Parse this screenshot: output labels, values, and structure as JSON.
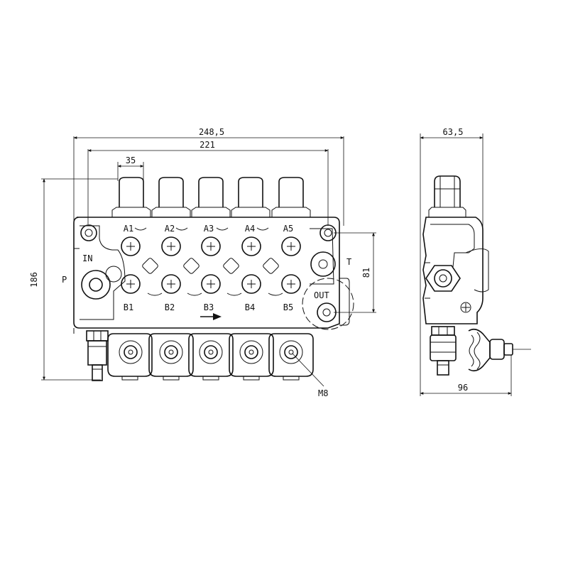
{
  "dimensions": {
    "overall_width": "248,5",
    "inner_width": "221",
    "spool_pitch": "35",
    "height": "186",
    "port_spacing": "81",
    "side_depth": "63,5",
    "side_total": "96",
    "mount_thread": "M8"
  },
  "ports": {
    "a": [
      "A1",
      "A2",
      "A3",
      "A4",
      "A5"
    ],
    "b": [
      "B1",
      "B2",
      "B3",
      "B4",
      "B5"
    ],
    "inlet": "IN",
    "pressure": "P",
    "tank": "T",
    "outlet": "OUT"
  }
}
